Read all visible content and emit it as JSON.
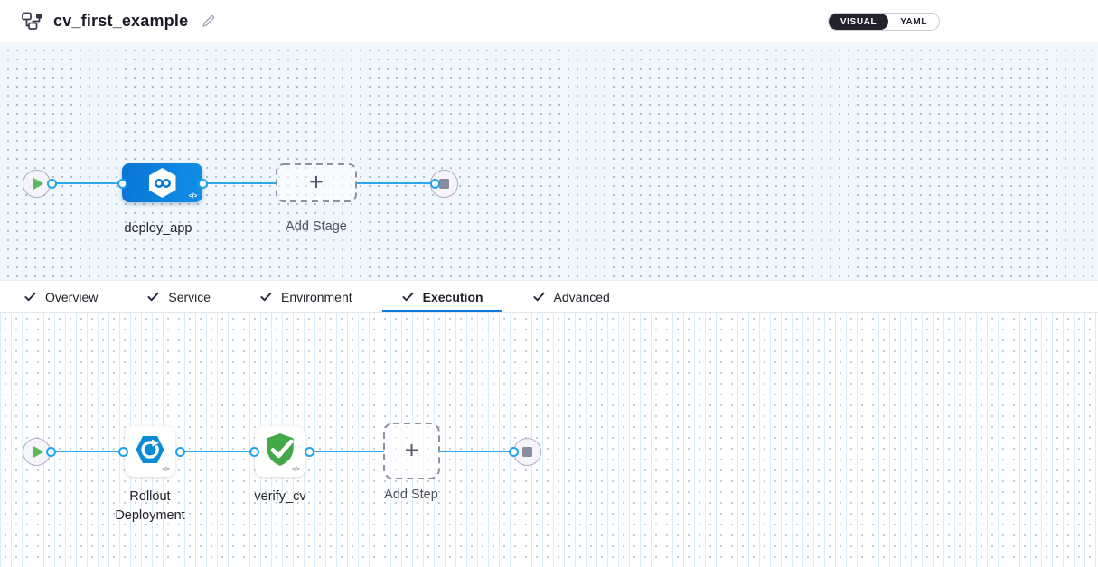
{
  "header": {
    "title": "cv_first_example",
    "view_toggle": {
      "options": [
        "VISUAL",
        "YAML"
      ],
      "selected": "VISUAL"
    }
  },
  "glyphs": {
    "plus": "+",
    "code": "</>"
  },
  "stage_pipeline": {
    "stage": {
      "name": "deploy_app",
      "icon": "cd-hexagon-infinity-icon"
    },
    "add_stage": {
      "label": "Add Stage",
      "icon": "plus-icon"
    },
    "start_icon": "play-icon",
    "end_icon": "stop-icon"
  },
  "tabs": {
    "items": [
      {
        "label": "Overview",
        "completed": true,
        "active": false
      },
      {
        "label": "Service",
        "completed": true,
        "active": false
      },
      {
        "label": "Environment",
        "completed": true,
        "active": false
      },
      {
        "label": "Execution",
        "completed": true,
        "active": true
      },
      {
        "label": "Advanced",
        "completed": true,
        "active": false
      }
    ]
  },
  "execution": {
    "steps": [
      {
        "name": "Rollout Deployment",
        "icon": "rollout-refresh-icon"
      },
      {
        "name": "verify_cv",
        "icon": "shield-check-icon"
      }
    ],
    "add_step": {
      "label": "Add Step",
      "icon": "plus-icon"
    },
    "start_icon": "play-icon",
    "end_icon": "stop-icon"
  },
  "colors": {
    "accent_blue": "#0b7ce0",
    "connector_blue": "#2aa7ef",
    "stage_node_blue": "#0d82da",
    "success_green": "#43a847",
    "canvas_top_bg": "#eff7fd",
    "toggle_dark": "#23232f"
  }
}
